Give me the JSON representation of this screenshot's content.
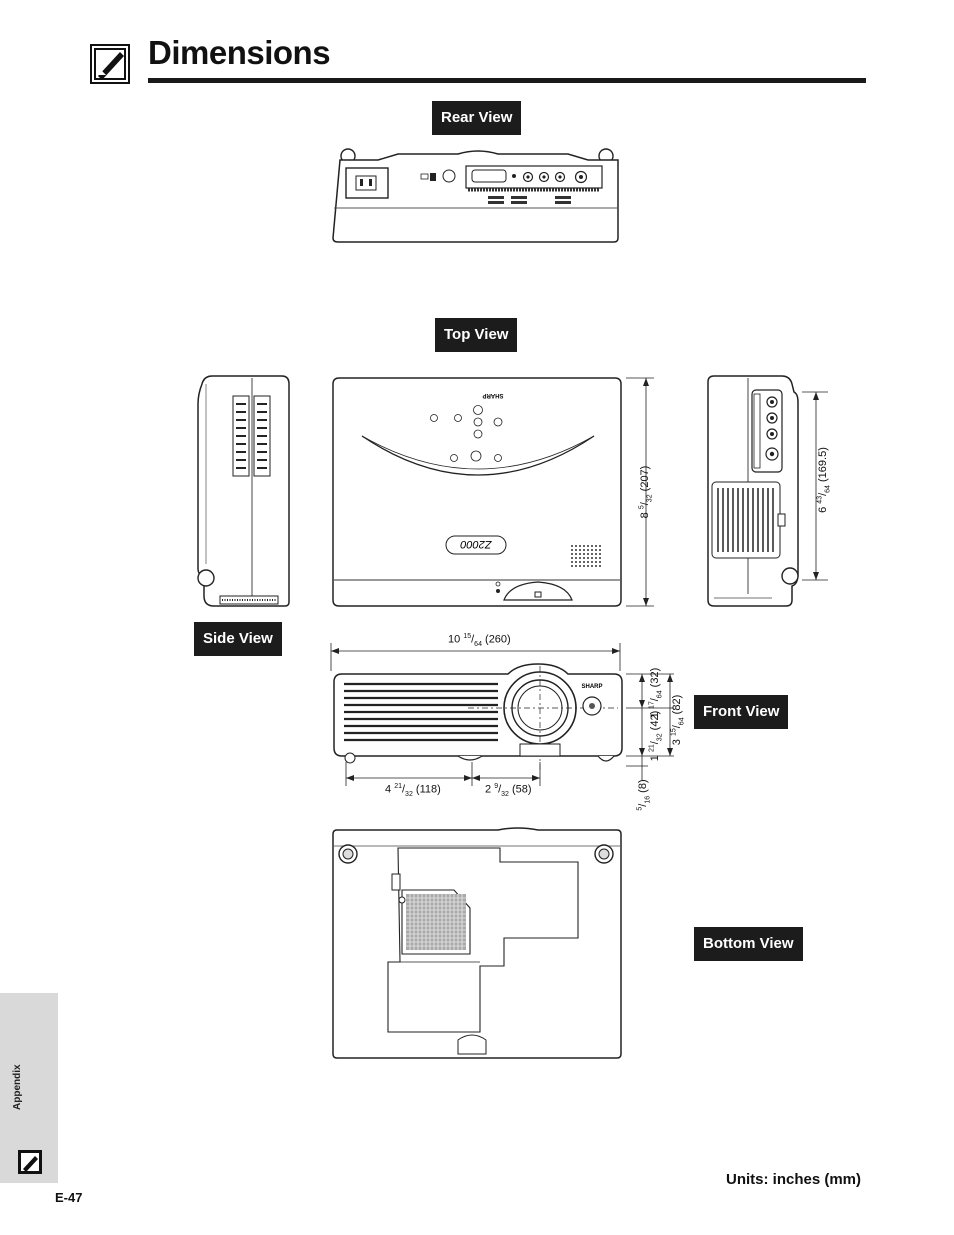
{
  "page": {
    "title": "Dimensions",
    "units": "Units: inches (mm)",
    "page_number": "E-47",
    "section_tab": "Appendix"
  },
  "views": {
    "rear": "Rear View",
    "top": "Top View",
    "side": "Side View",
    "front": "Front View",
    "bottom": "Bottom View"
  },
  "dimensions": {
    "top_depth": {
      "whole": "8",
      "num": "5",
      "den": "32",
      "mm": "(207)"
    },
    "side_depth": {
      "whole": "6",
      "num": "43",
      "den": "64",
      "mm": "(169.5)"
    },
    "width": {
      "whole": "10",
      "num": "15",
      "den": "64",
      "mm": "(260)"
    },
    "lens_offset_left": {
      "whole": "4",
      "num": "21",
      "den": "32",
      "mm": "(118)"
    },
    "lens_offset_right": {
      "whole": "2",
      "num": "9",
      "den": "32",
      "mm": "(58)"
    },
    "height": {
      "whole": "3",
      "num": "15",
      "den": "64",
      "mm": "(82)"
    },
    "lens_center_height": {
      "whole": "1",
      "num": "21",
      "den": "32",
      "mm": "(42)"
    },
    "lens_upper": {
      "whole": "1",
      "num": "17",
      "den": "64",
      "mm": "(32)"
    },
    "foot": {
      "whole": "",
      "num": "5",
      "den": "16",
      "mm": "(8)"
    }
  },
  "device": {
    "brand": "SHARP",
    "model": "Z2000"
  }
}
